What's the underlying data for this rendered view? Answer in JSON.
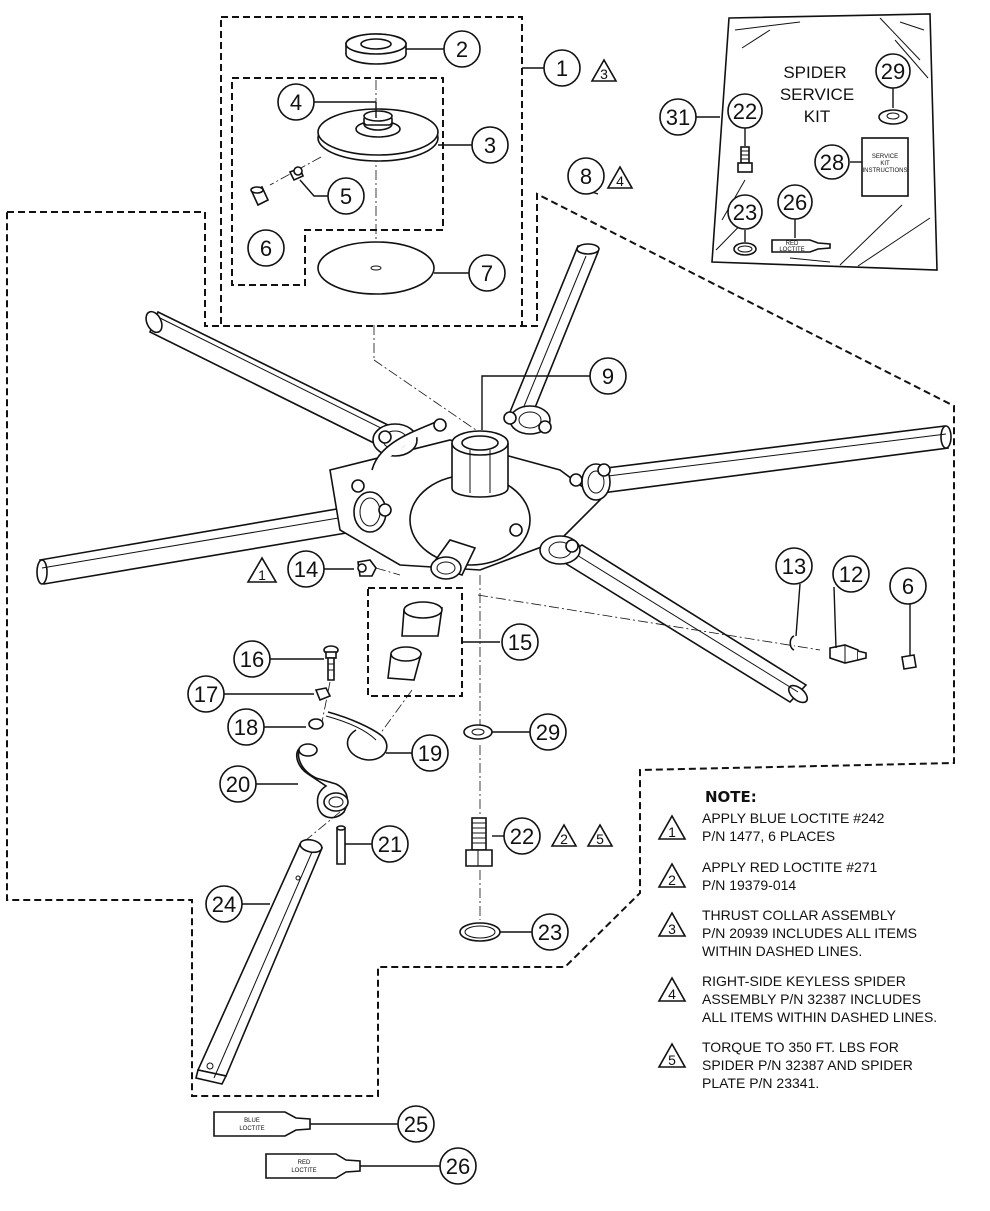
{
  "kit": {
    "title_line1": "SPIDER",
    "title_line2": "SERVICE",
    "title_line3": "KIT",
    "instructions_line1": "SERVICE",
    "instructions_line2": "KIT",
    "instructions_line3": "INSTRUCTIONS",
    "tube_label_line1": "RED",
    "tube_label_line2": "LOCTITE"
  },
  "callouts": {
    "c1": "1",
    "c2": "2",
    "c3": "3",
    "c4": "4",
    "c5": "5",
    "c6": "6",
    "c7": "7",
    "c8": "8",
    "c9": "9",
    "c12": "12",
    "c13": "13",
    "c14": "14",
    "c15": "15",
    "c16": "16",
    "c17": "17",
    "c18": "18",
    "c19": "19",
    "c20": "20",
    "c21": "21",
    "c22": "22",
    "c23": "23",
    "c24": "24",
    "c25": "25",
    "c26": "26",
    "c29": "29",
    "c31": "31"
  },
  "flags": {
    "f1": "1",
    "f2": "2",
    "f3": "3",
    "f4": "4",
    "f5": "5"
  },
  "tubes": {
    "blue_line1": "BLUE",
    "blue_line2": "LOCTITE",
    "red_line1": "RED",
    "red_line2": "LOCTITE"
  },
  "notes": {
    "heading": "NOTE:",
    "items": [
      {
        "num": "1",
        "lines": [
          "APPLY BLUE LOCTITE #242",
          "P/N 1477, 6 PLACES"
        ]
      },
      {
        "num": "2",
        "lines": [
          "APPLY RED LOCTITE #271",
          "P/N 19379-014"
        ]
      },
      {
        "num": "3",
        "lines": [
          "THRUST COLLAR ASSEMBLY",
          "P/N 20939 INCLUDES ALL ITEMS",
          "WITHIN DASHED LINES."
        ]
      },
      {
        "num": "4",
        "lines": [
          "RIGHT-SIDE KEYLESS SPIDER",
          "ASSEMBLY P/N 32387 INCLUDES",
          "ALL ITEMS WITHIN DASHED LINES."
        ]
      },
      {
        "num": "5",
        "lines": [
          "TORQUE TO 350 FT. LBS FOR",
          "SPIDER P/N 32387 AND SPIDER",
          "PLATE P/N 23341."
        ]
      }
    ]
  }
}
